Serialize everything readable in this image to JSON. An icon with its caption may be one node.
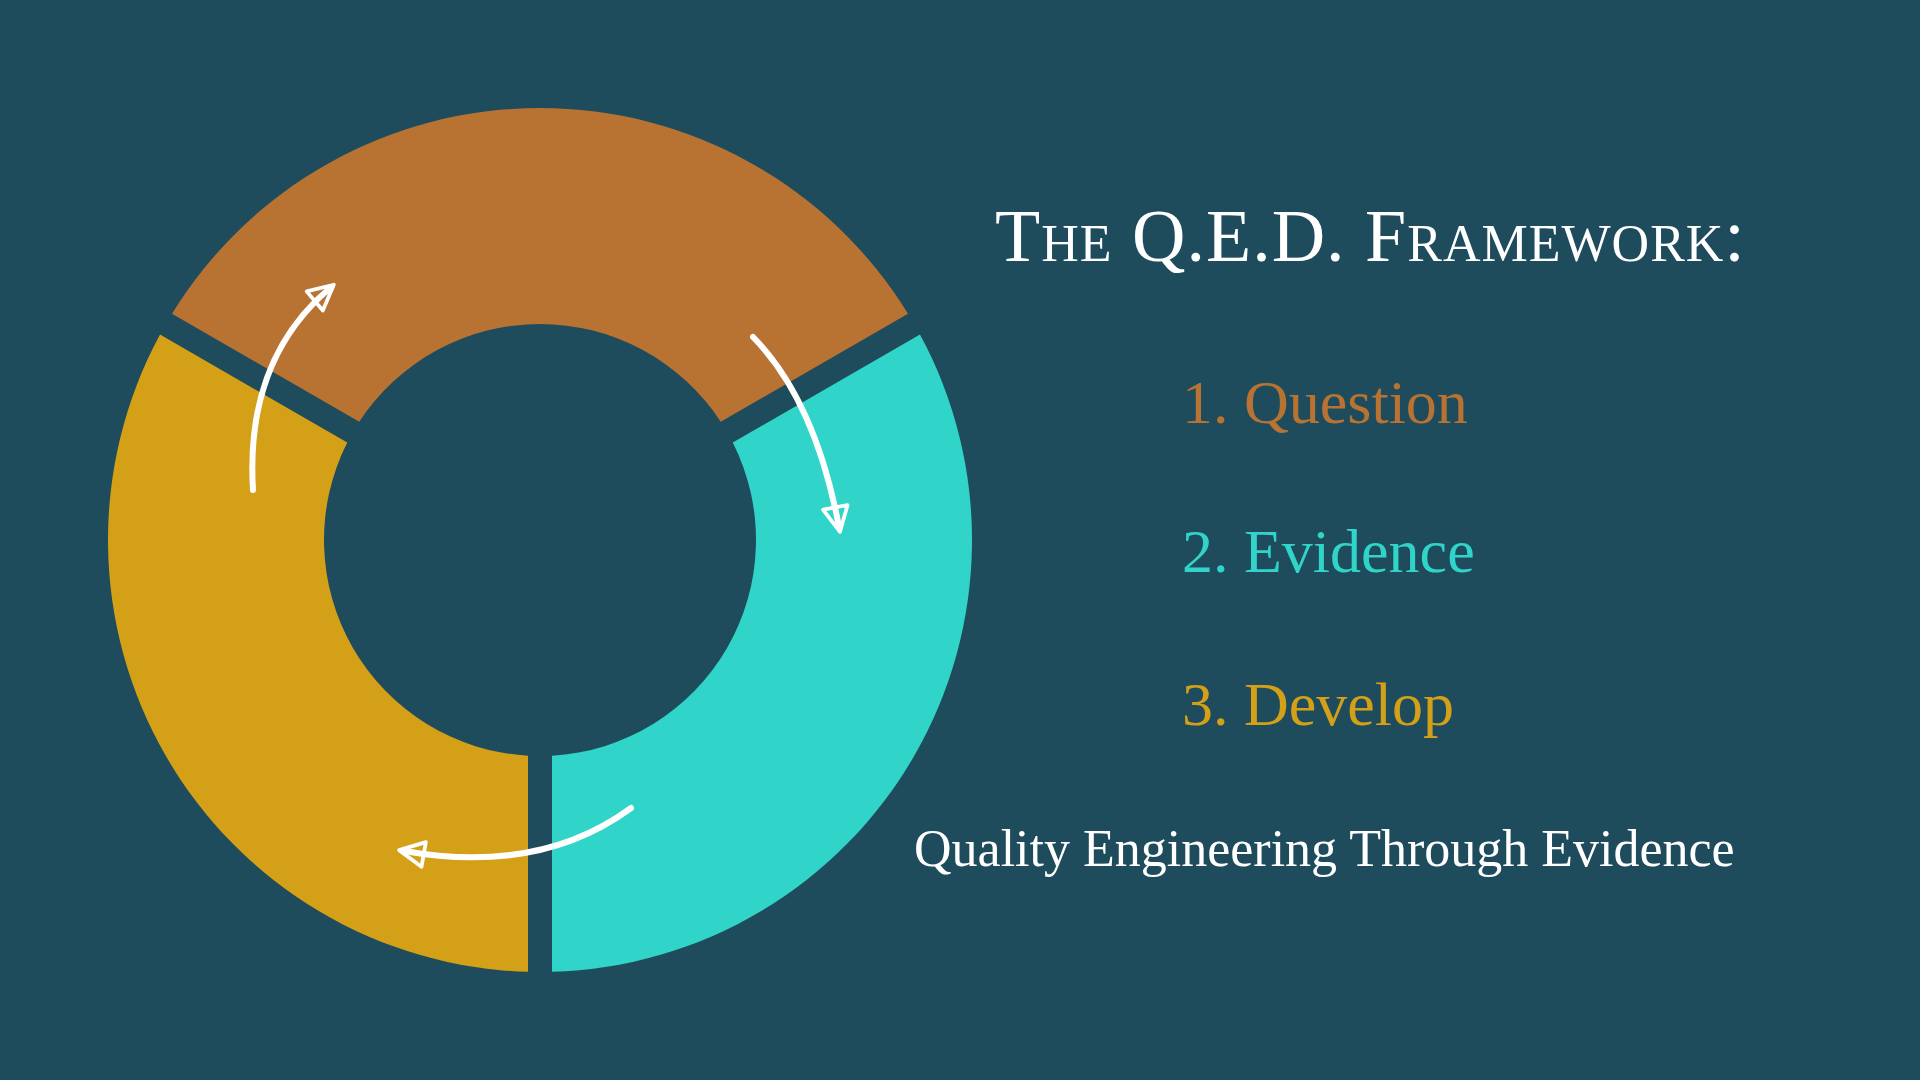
{
  "diagram": {
    "title": "The Q.E.D. Framework:",
    "nodes": [
      {
        "text": [],
        "shape": "arc"
      },
      {
        "text": [],
        "shape": "arc"
      },
      {
        "text": [],
        "shape": "arc"
      }
    ],
    "edges": [
      {
        "from": 0,
        "to": 1,
        "arrow": "to"
      },
      {
        "from": 1,
        "to": 2,
        "arrow": "to"
      },
      {
        "from": 2,
        "to": 0,
        "arrow": "to"
      }
    ],
    "labels": [
      "1. Question",
      "2. Evidence",
      "3. Develop",
      "Quality Engineering Through Evidence"
    ]
  }
}
